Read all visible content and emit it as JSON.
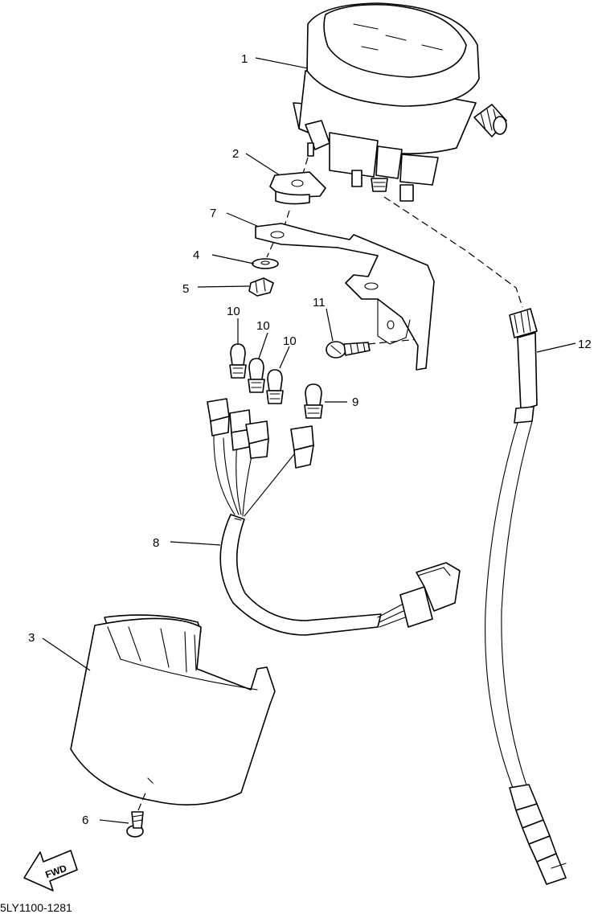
{
  "callouts": [
    "1",
    "2",
    "3",
    "4",
    "5",
    "6",
    "7",
    "8",
    "9",
    "10",
    "10",
    "10",
    "11",
    "12"
  ],
  "direction_arrow": {
    "label": "FWD",
    "icon": "forward-arrow-icon"
  },
  "drawing_code": "5LY1100-1281",
  "colors": {
    "line": "#000000",
    "background": "#ffffff"
  }
}
